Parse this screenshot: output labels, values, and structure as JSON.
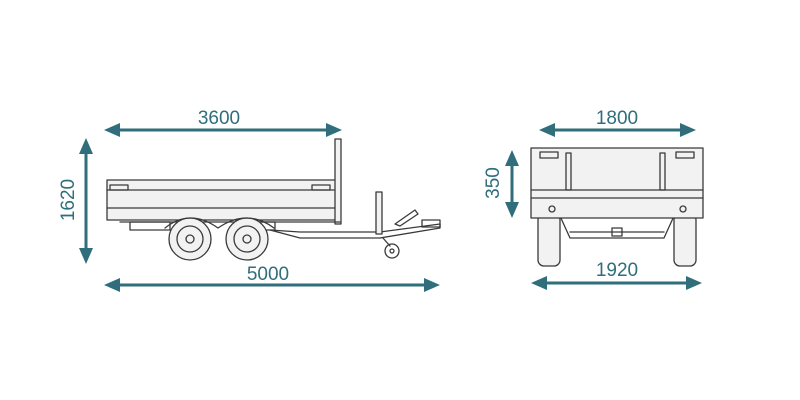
{
  "accent_color": "#2f6e7a",
  "dimensions": {
    "side_cargo_length": "3600",
    "side_total_length": "5000",
    "side_total_height": "1620",
    "rear_cargo_width": "1800",
    "rear_total_width": "1920",
    "rear_side_height": "350"
  }
}
